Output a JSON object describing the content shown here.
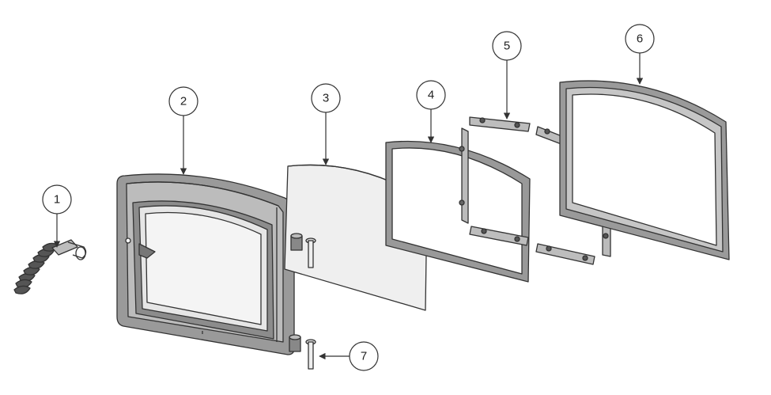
{
  "callouts": {
    "c1": "1",
    "c2": "2",
    "c3": "3",
    "c4": "4",
    "c5": "5",
    "c6": "6",
    "c7": "7"
  },
  "colors": {
    "line": "#333333",
    "metal": "#a3a3a3",
    "metal_dark": "#6f6f6f",
    "panel": "#eeeeee",
    "background": "#ffffff"
  }
}
